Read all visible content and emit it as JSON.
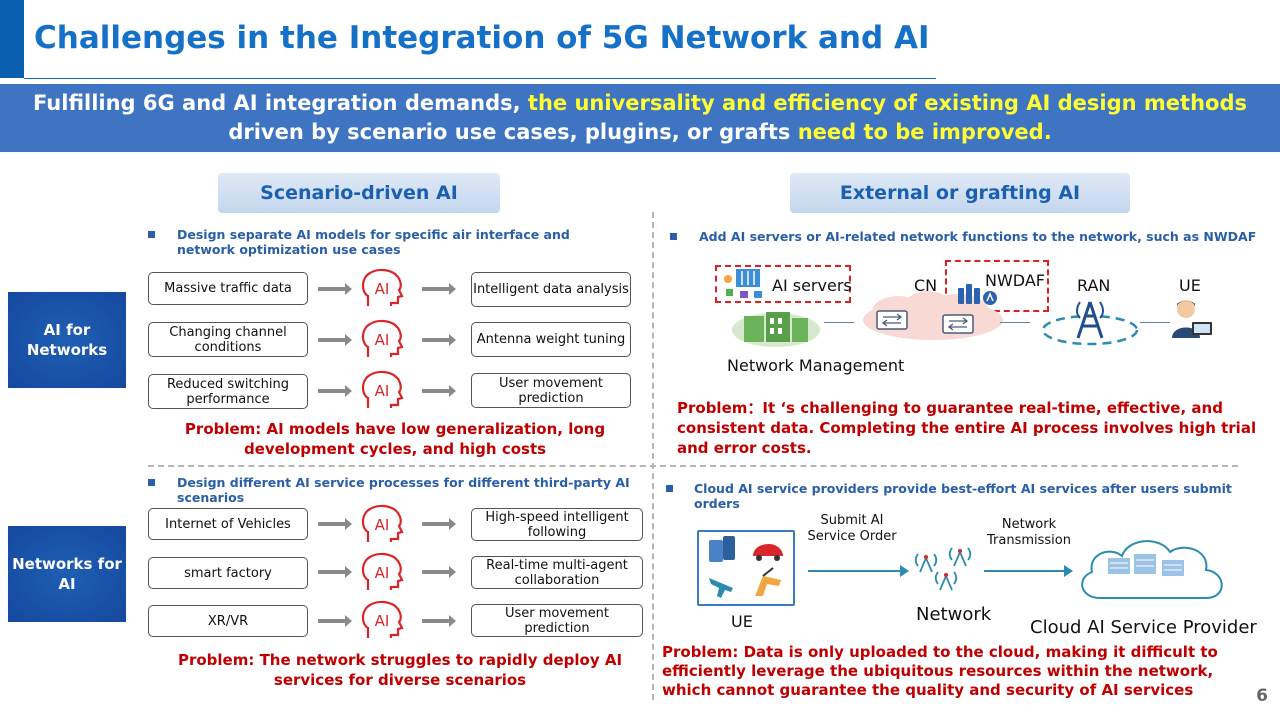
{
  "title": "Challenges in the Integration of 5G Network and AI",
  "banner": {
    "p1": "Fulfilling 6G and AI integration demands, ",
    "p2": "the universality and efficiency of existing AI design methods",
    "p3": "driven by scenario use cases, plugins, or grafts ",
    "p4": "need to be improved."
  },
  "columns": {
    "left": "Scenario-driven AI",
    "right": "External or grafting AI"
  },
  "side_labels": {
    "top": "AI for Networks",
    "bottom": "Networks for AI"
  },
  "ai_icon_text": "AI",
  "top_left": {
    "bullet": "Design separate AI models for specific air interface and network optimization use cases",
    "rows": [
      {
        "input": "Massive traffic data",
        "output": "Intelligent data analysis"
      },
      {
        "input": "Changing channel conditions",
        "output": "Antenna weight tuning"
      },
      {
        "input": "Reduced switching performance",
        "output": "User movement prediction"
      }
    ],
    "problem": "Problem: AI models have low generalization, long development cycles, and high costs"
  },
  "bottom_left": {
    "bullet": "Design different AI service processes for different third-party AI scenarios",
    "rows": [
      {
        "input": "Internet of Vehicles",
        "output": "High-speed intelligent following"
      },
      {
        "input": "smart factory",
        "output": "Real-time multi-agent collaboration"
      },
      {
        "input": "XR/VR",
        "output": "User movement prediction"
      }
    ],
    "problem": "Problem: The network struggles to rapidly deploy AI services for diverse scenarios"
  },
  "top_right": {
    "bullet": "Add AI servers or AI-related network functions to the network, such as NWDAF",
    "labels": {
      "ai_servers": "AI servers",
      "cn": "CN",
      "nwdaf": "NWDAF",
      "ran": "RAN",
      "ue": "UE",
      "nm": "Network Management"
    },
    "problem": "Problem：It ‘s challenging to guarantee real-time, effective, and consistent data. Completing the entire AI process involves high trial and error costs."
  },
  "bottom_right": {
    "bullet": "Cloud AI service providers provide best-effort AI services after users submit orders",
    "labels": {
      "submit": "Submit AI Service Order",
      "transmission": "Network Transmission",
      "ue": "UE",
      "network": "Network",
      "cloud": "Cloud AI Service Provider"
    },
    "problem": "Problem:  Data is only uploaded to the cloud, making it difficult to efficiently leverage the ubiquitous resources within the network, which cannot guarantee the quality and security of AI services"
  },
  "page_number": "6",
  "colors": {
    "title_blue": "#1570c8",
    "banner_blue": "#3f74c3",
    "highlight_yellow": "#ffff33",
    "problem_red": "#c00000",
    "side_blue": "#1648a0"
  }
}
